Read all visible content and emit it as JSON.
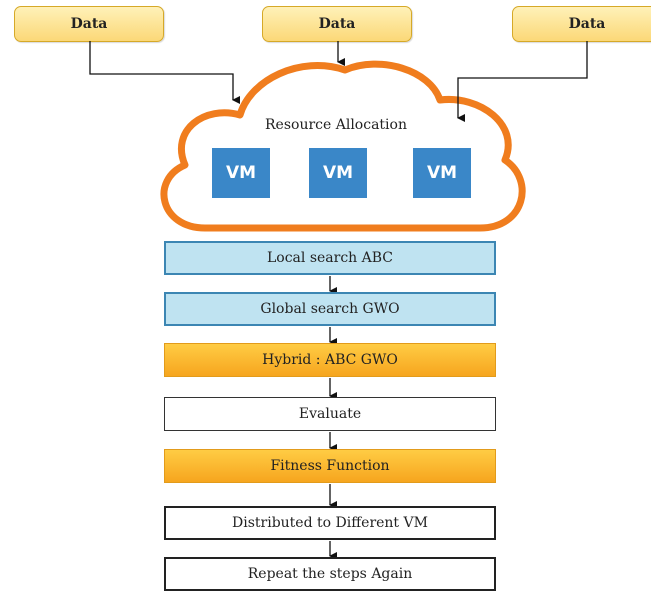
{
  "inputs": [
    {
      "label": "Data"
    },
    {
      "label": "Data"
    },
    {
      "label": "Data"
    }
  ],
  "cloud": {
    "title": "Resource Allocation",
    "vms": [
      "VM",
      "VM",
      "VM"
    ],
    "stroke_color": "#f07d1e"
  },
  "steps": [
    {
      "label": "Local search ABC",
      "style": "blue"
    },
    {
      "label": "Global search GWO",
      "style": "blue"
    },
    {
      "label": "Hybrid : ABC GWO",
      "style": "orange"
    },
    {
      "label": "Evaluate",
      "style": "white"
    },
    {
      "label": "Fitness Function",
      "style": "orange"
    },
    {
      "label": "Distributed to Different VM",
      "style": "white"
    },
    {
      "label": "Repeat the steps Again",
      "style": "white"
    }
  ]
}
